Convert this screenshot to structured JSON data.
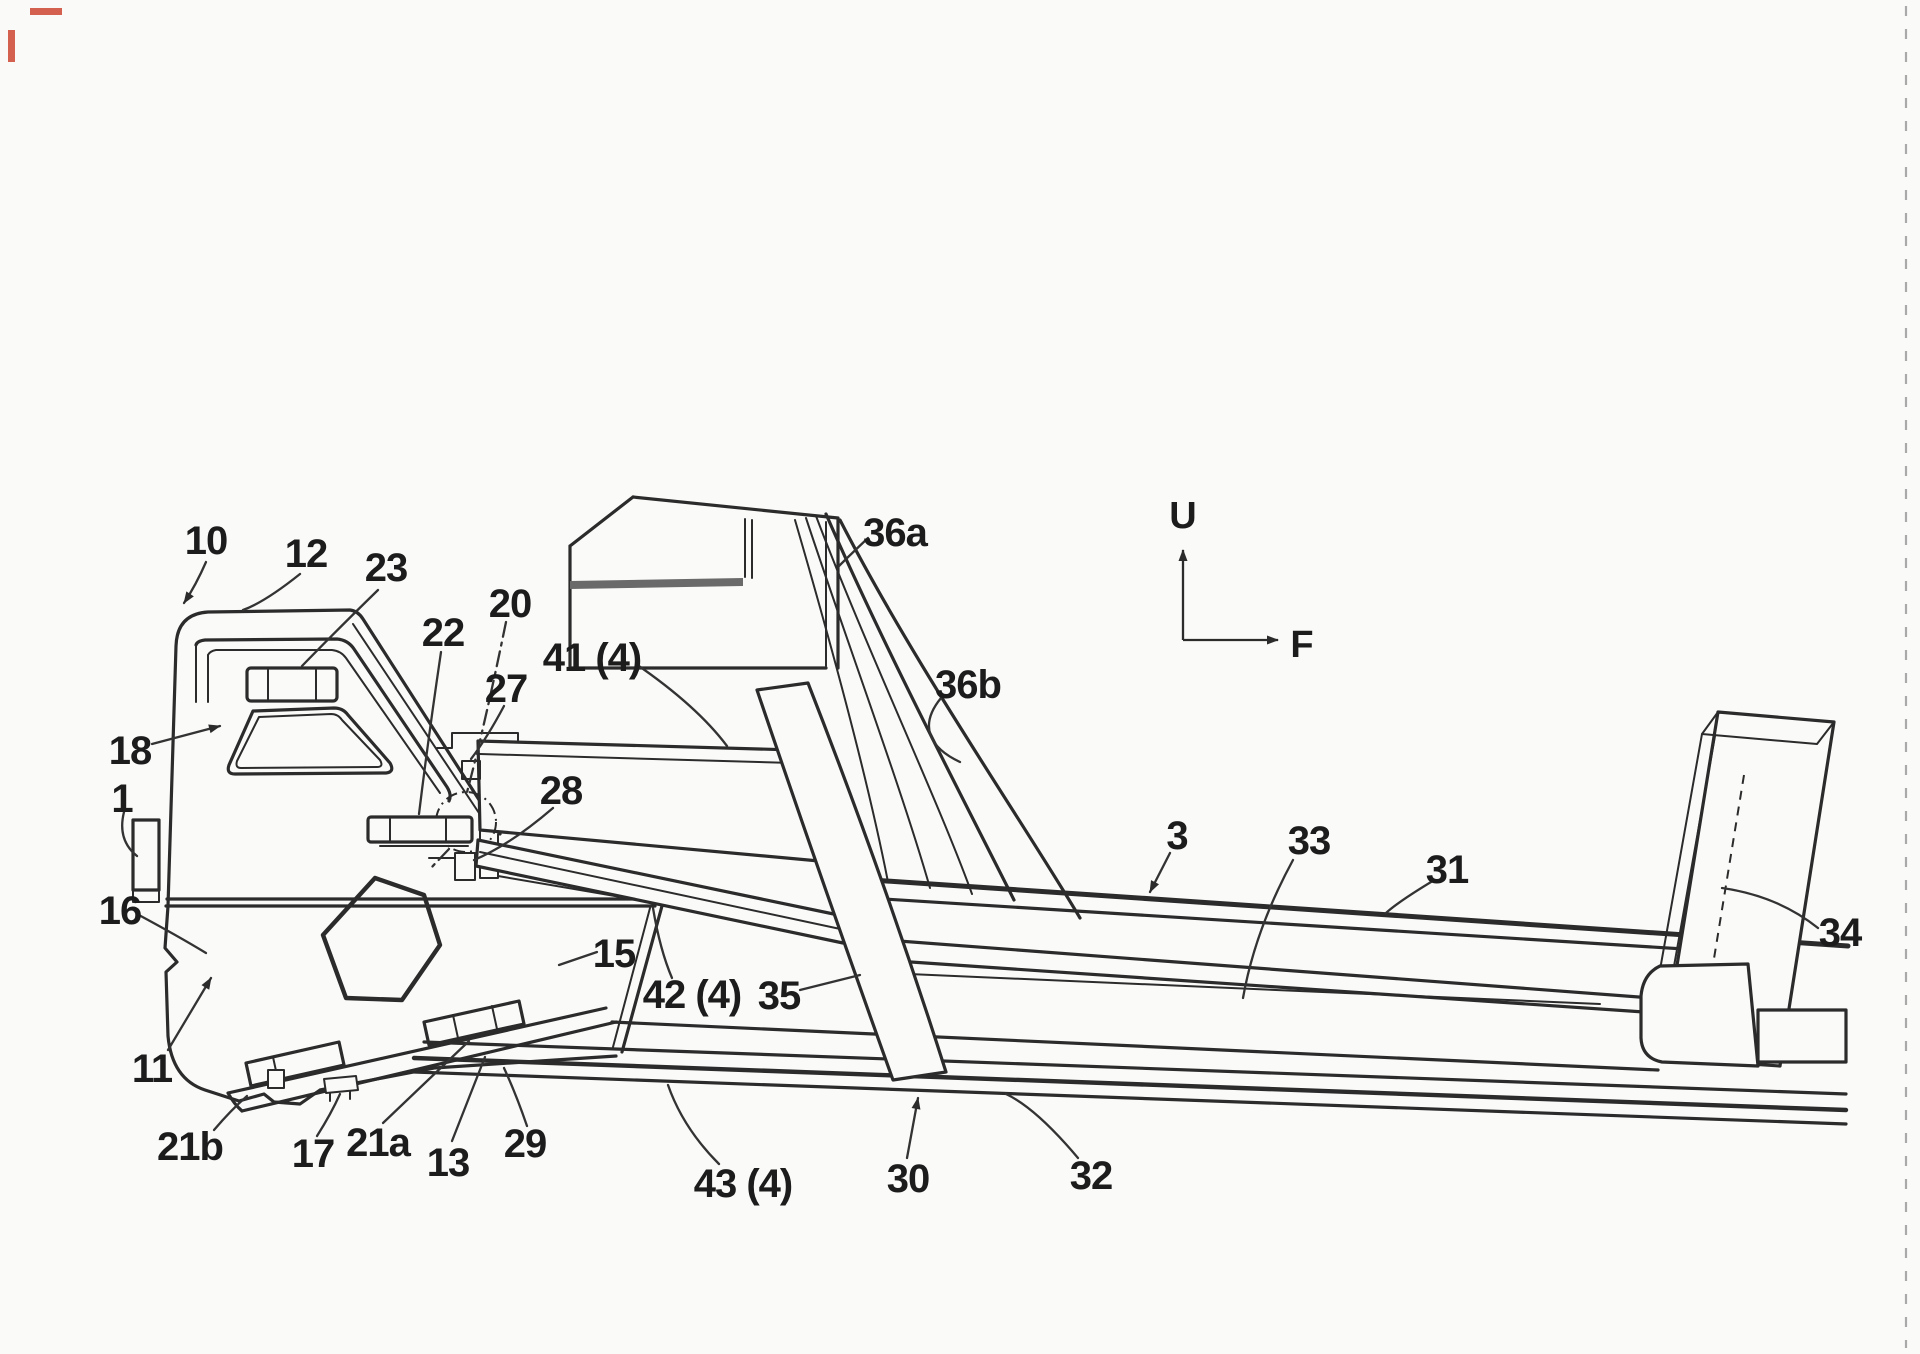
{
  "figure": {
    "kind": "patent technical line drawing",
    "subject": "vehicle body frame side structure, perspective view",
    "background_color": "#fafaf9",
    "line_color": "#2b2b2b",
    "registration_mark_color": "#cc4433",
    "page_edge_dash_color": "#a9a9a9"
  },
  "axis_indicator": {
    "up": "U",
    "front": "F"
  },
  "reference_labels": {
    "n10": "10",
    "n12": "12",
    "n23": "23",
    "n18": "18",
    "n1": "1",
    "n16": "16",
    "n11": "11",
    "n22": "22",
    "n20": "20",
    "n27": "27",
    "n28": "28",
    "n41": "41 (4)",
    "n42": "42 (4)",
    "n43": "43 (4)",
    "n15": "15",
    "n35": "35",
    "n21b": "21b",
    "n17": "17",
    "n21a": "21a",
    "n13": "13",
    "n29": "29",
    "n30": "30",
    "n32": "32",
    "n3": "3",
    "n33": "33",
    "n31": "31",
    "n34": "34",
    "n36a": "36a",
    "n36b": "36b"
  }
}
